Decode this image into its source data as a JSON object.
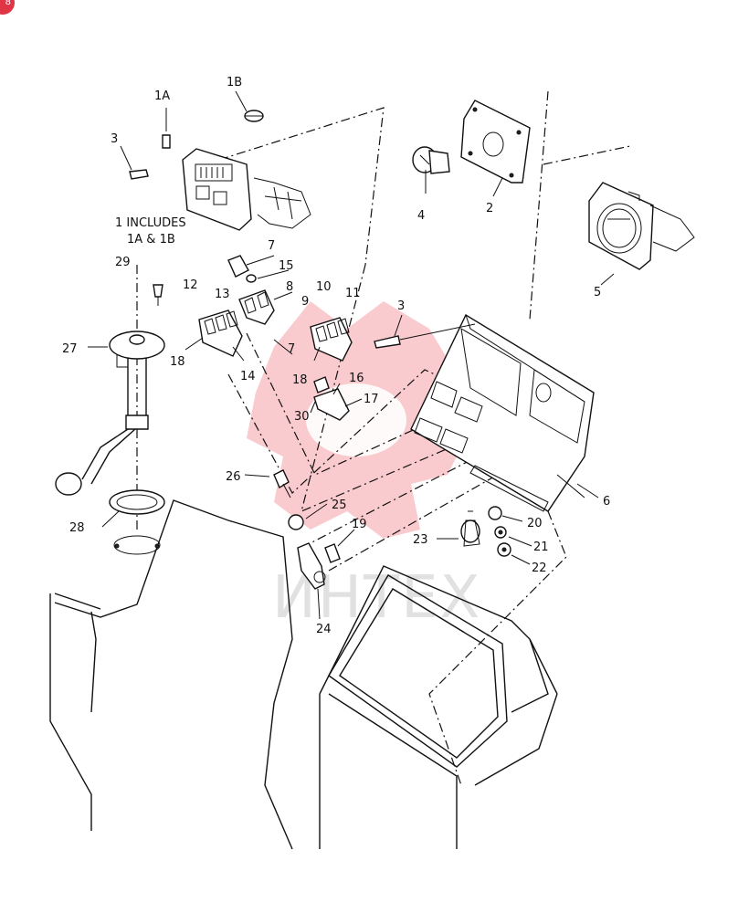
{
  "badge": "8",
  "watermark": "ИНТЕХ",
  "callouts": [
    "1A",
    "1B",
    "3",
    "4",
    "2",
    "5",
    "7",
    "15",
    "8",
    "29",
    "12",
    "13",
    "10",
    "11",
    "9",
    "3",
    "27",
    "18",
    "14",
    "7",
    "18",
    "16",
    "17",
    "30",
    "6",
    "26",
    "25",
    "19",
    "20",
    "23",
    "21",
    "22",
    "28",
    "24"
  ],
  "note": {
    "line1": "1  INCLUDES",
    "line2": "1A  &  1B"
  },
  "colors": {
    "line": "#111111",
    "watermark": "#e8414e",
    "badge": "#e03545"
  }
}
